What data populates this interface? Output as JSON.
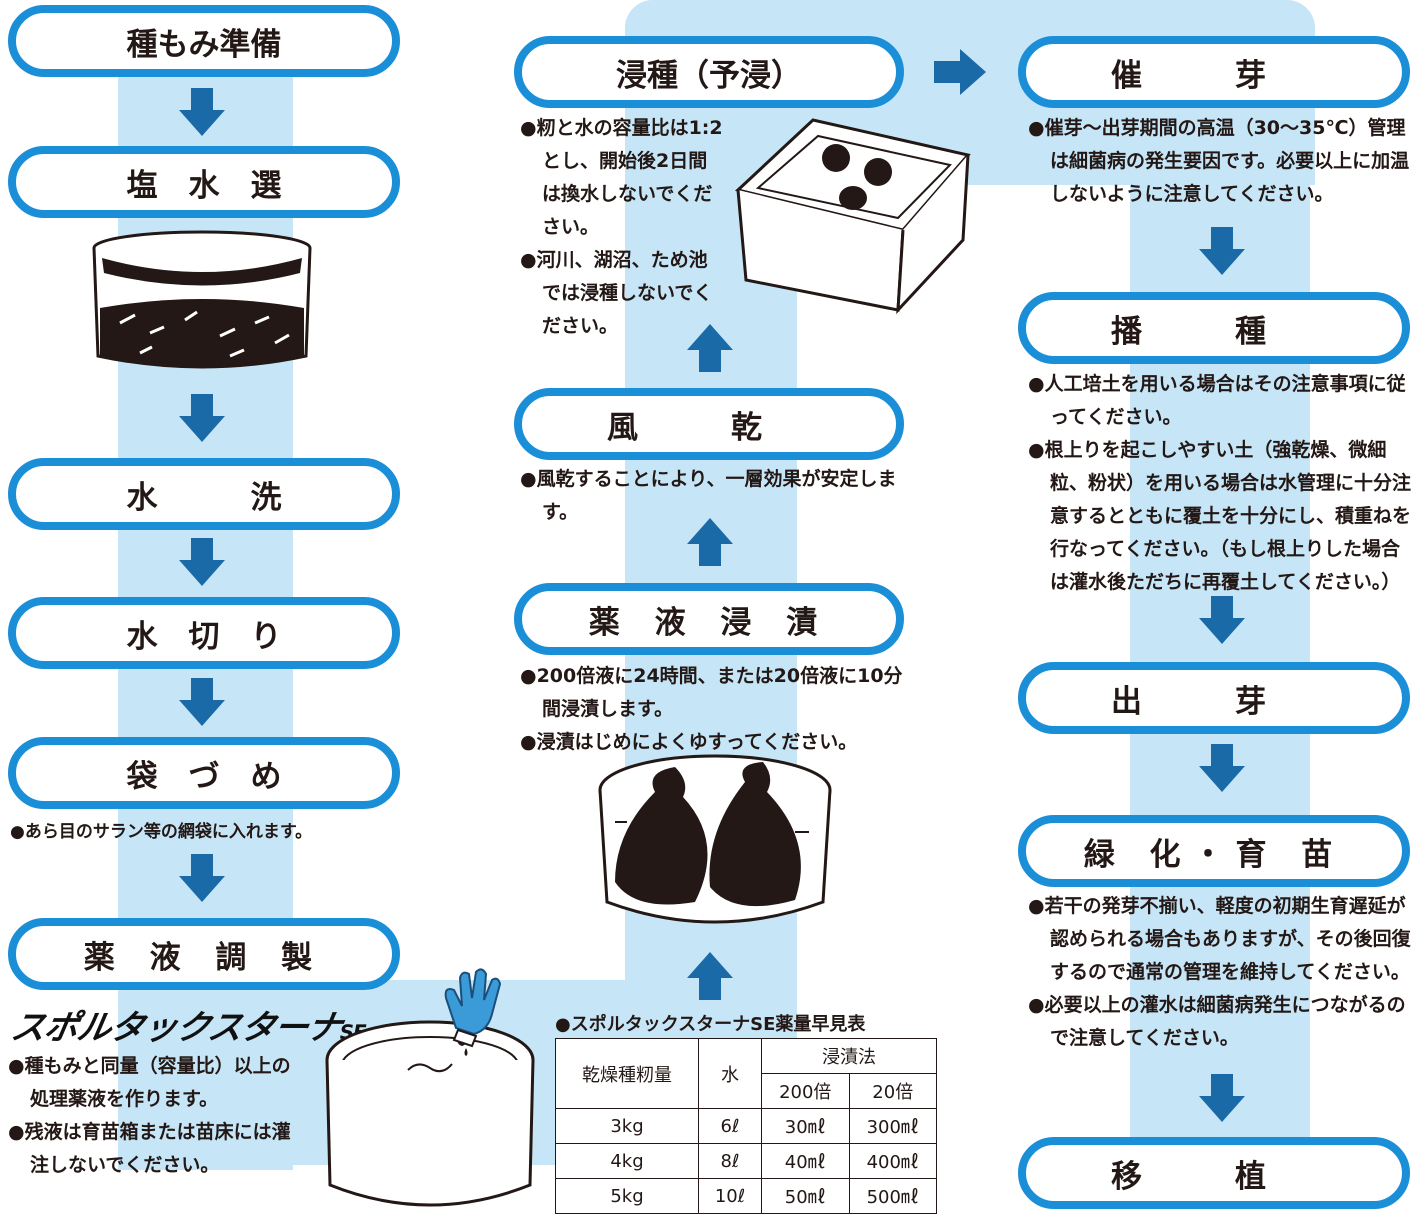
{
  "left_column": {
    "steps": [
      "種もみ準備",
      "塩　水　選",
      "水　　　洗",
      "水　切　り",
      "袋　づ　め",
      "薬 液 調 製"
    ],
    "bag_note": "●あら目のサラン等の網袋に入れます。",
    "brand": "スポルタックスターナ",
    "brand_suffix": "SE",
    "prep_notes": [
      "●種もみと同量（容量比）以上の処理薬液を作ります。",
      "●残液は育苗箱または苗床には灌注しないでください。"
    ]
  },
  "middle_column": {
    "soak_title": "浸種（予浸）",
    "soak_notes": [
      "●籾と水の容量比は1:2とし、開始後2日間は換水しないでください。",
      "●河川、湖沼、ため池では浸種しないでください。"
    ],
    "dry_title": "風　　　乾",
    "dry_note": "●風乾することにより、一層効果が安定します。",
    "dip_title": "薬 液 浸 漬",
    "dip_notes": [
      "●200倍液に24時間、または20倍液に10分間浸漬します。",
      "●浸漬はじめによくゆすってください。"
    ]
  },
  "dose_table": {
    "title": "●スポルタックスターナSE薬量早見表",
    "headers": [
      "乾燥種籾量",
      "水",
      "浸漬法",
      "200倍",
      "20倍"
    ],
    "rows": [
      [
        "3kg",
        "6ℓ",
        "30㎖",
        "300㎖"
      ],
      [
        "4kg",
        "8ℓ",
        "40㎖",
        "400㎖"
      ],
      [
        "5kg",
        "10ℓ",
        "50㎖",
        "500㎖"
      ]
    ]
  },
  "right_column": {
    "sprout_title": "催　　　芽",
    "sprout_notes": [
      "●催芽〜出芽期間の高温（30〜35℃）管理は細菌病の発生要因です。必要以上に加温しないように注意してください。"
    ],
    "sow_title": "播　　　種",
    "sow_notes": [
      "●人工培土を用いる場合はその注意事項に従ってください。",
      "●根上りを起こしやすい土（強乾燥、微細粒、粉状）を用いる場合は水管理に十分注意するとともに覆土を十分にし、積重ねを行なってください。（もし根上りした場合は灌水後ただちに再覆土してください。）"
    ],
    "emerge_title": "出　　　芽",
    "green_title": "緑 化・育 苗",
    "green_notes": [
      "●若干の発芽不揃い、軽度の初期生育遅延が認められる場合もありますが、その後回復するので通常の管理を維持してください。",
      "●必要以上の灌水は細菌病発生につながるので注意してください。"
    ],
    "transplant_title": "移　　　植"
  },
  "colors": {
    "band": "#c6e6f7",
    "pill_border": "#1a8fd8",
    "arrow": "#1a6aa8"
  }
}
